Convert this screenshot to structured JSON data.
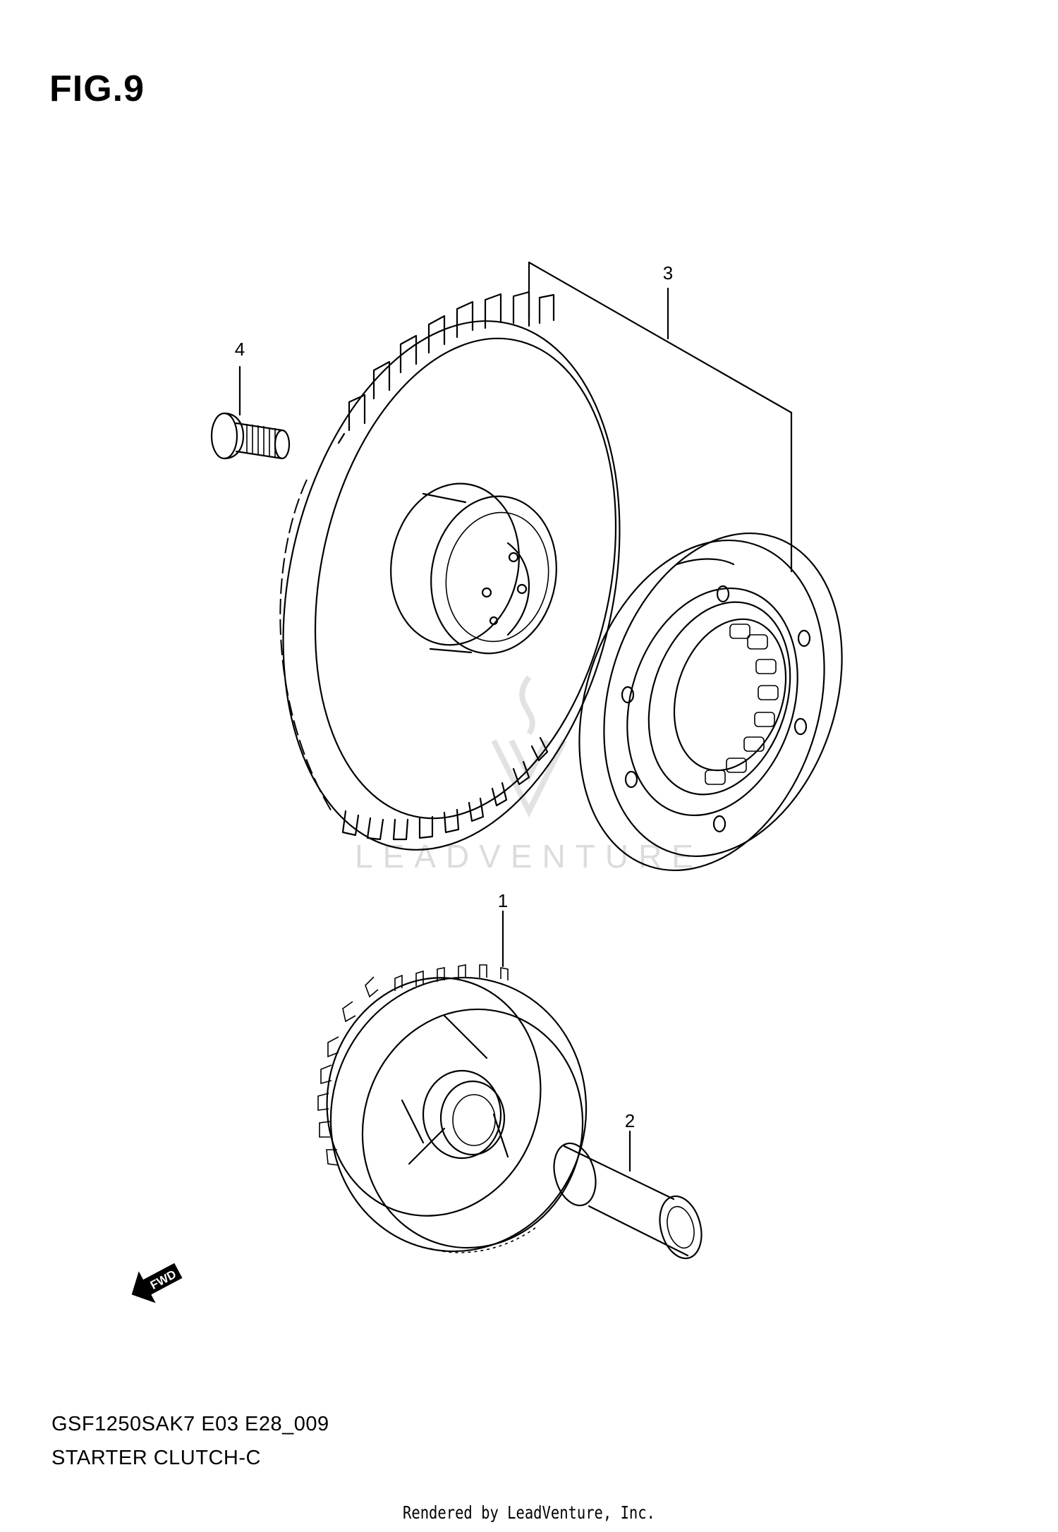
{
  "figure": {
    "title": "FIG.9",
    "model_code": "GSF1250SAK7 E03 E28_009",
    "diagram_name": "STARTER CLUTCH-C",
    "credit": "Rendered by LeadVenture, Inc."
  },
  "watermark": {
    "text": "LEADVENTURE"
  },
  "callouts": [
    {
      "number": "1"
    },
    {
      "number": "2"
    },
    {
      "number": "3"
    },
    {
      "number": "4"
    }
  ],
  "direction_marker": {
    "label": "FWD",
    "icon": "forward-arrow-icon"
  }
}
